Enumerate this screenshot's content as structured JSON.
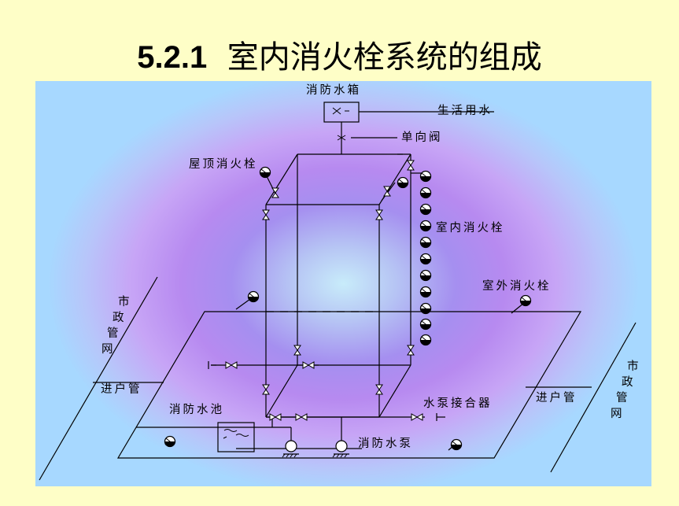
{
  "title": {
    "number": "5.2.1",
    "text": "室内消火栓系统的组成"
  },
  "labels": {
    "tank": "消防水箱",
    "domestic_water": "生活用水",
    "check_valve": "单向阀",
    "roof_hydrant": "屋顶消火栓",
    "indoor_hydrant": "室内消火栓",
    "outdoor_hydrant": "室外消火栓",
    "municipal_left": "市政管网",
    "municipal_right": "市政管网",
    "inlet_left": "进户管",
    "inlet_right": "进户管",
    "pool": "消防水池",
    "connector": "水泵接合器",
    "pump": "消防水泵"
  },
  "colors": {
    "background": "#fefec7",
    "line": "#000000"
  }
}
